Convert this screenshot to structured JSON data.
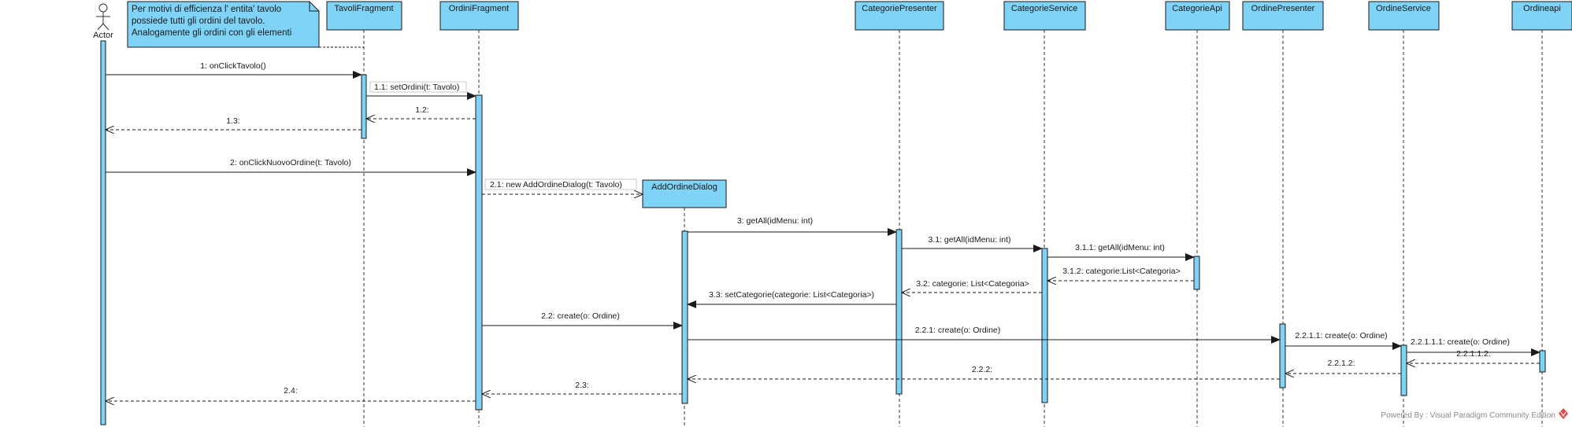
{
  "colors": {
    "box": "#7fd3f7",
    "line": "#1a1a1a",
    "note": "#7fd3f7"
  },
  "actor": {
    "name": "Actor",
    "icon": "stick-figure-icon"
  },
  "note": {
    "lines": [
      "Per motivi di efficienza l' entita' tavolo",
      "possiede tutti gli ordini del tavolo.",
      "Analogamente gli ordini con gli elementi"
    ]
  },
  "lifelines": {
    "tavoli_fragment": "TavoliFragment",
    "ordini_fragment": "OrdiniFragment",
    "add_ordine_dialog": "AddOrdineDialog",
    "categorie_presenter": "CategoriePresenter",
    "categorie_service": "CategorieService",
    "categorie_api": "CategorieApi",
    "ordine_presenter": "OrdinePresenter",
    "ordine_service": "OrdineService",
    "ordine_api": "Ordineapi"
  },
  "messages": {
    "m1": "1: onClickTavolo()",
    "m1_1": "1.1: setOrdini(t: Tavolo)",
    "m1_2": "1.2:",
    "m1_3": "1.3:",
    "m2": "2: onClickNuovoOrdine(t: Tavolo)",
    "m2_1": "2.1: new AddOrdineDialog(t: Tavolo)",
    "m3": "3: getAll(idMenu: int)",
    "m3_1": "3.1: getAll(idMenu: int)",
    "m3_1_1": "3.1.1: getAll(idMenu: int)",
    "m3_1_2": "3.1.2: categorie:List<Categoria>",
    "m3_2": "3.2: categorie: List<Categoria>",
    "m3_3": "3.3: setCategorie(categorie: List<Categoria>)",
    "m2_2": "2.2: create(o: Ordine)",
    "m2_2_1": "2.2.1: create(o: Ordine)",
    "m2_2_1_1": "2.2.1.1: create(o: Ordine)",
    "m2_2_1_1_1": "2.2.1.1.1: create(o: Ordine)",
    "m2_2_1_1_2": "2.2.1.1.2:",
    "m2_2_1_2": "2.2.1.2:",
    "m2_2_2": "2.2.2:",
    "m2_3": "2.3:",
    "m2_4": "2.4:"
  },
  "footer": {
    "text": "Powered By : Visual Paradigm Community Edition",
    "icon": "visual-paradigm-logo-icon"
  }
}
